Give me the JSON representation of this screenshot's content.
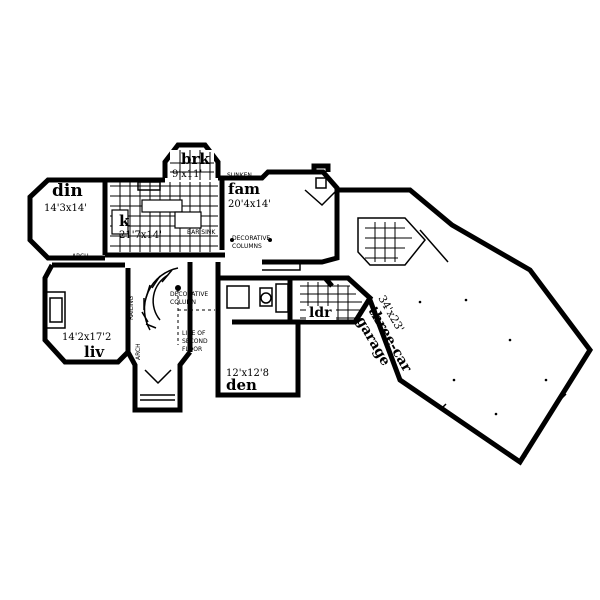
{
  "rooms": {
    "brk": {
      "name": "brk",
      "size": "9'x11'"
    },
    "din": {
      "name": "din",
      "size": "14'3x14'"
    },
    "fam": {
      "name": "fam",
      "size": "20'4x14'"
    },
    "k": {
      "name": "k",
      "size": "21'7x14'"
    },
    "liv": {
      "name": "liv",
      "size": "14'2x17'2"
    },
    "den": {
      "name": "den",
      "size": "12'x12'8"
    },
    "ldr": {
      "name": "ldr"
    },
    "garage": {
      "size": "34'x23'",
      "name_line1": "three-car",
      "name_line2": "garage"
    }
  },
  "notes": {
    "sunken": "SUNKEN",
    "bar_sink": "BAR SINK",
    "decorative_columns_1": "DECORATIVE",
    "decorative_columns_2": "COLUMNS",
    "arch_top": "ARCH",
    "arch_side": "ARCH",
    "railing": "RAILING",
    "decorative_column_1": "DECORATIVE",
    "decorative_column_2": "COLUMN",
    "line_of_1": "LINE OF",
    "line_of_2": "SECOND",
    "line_of_3": "FLOOR"
  }
}
